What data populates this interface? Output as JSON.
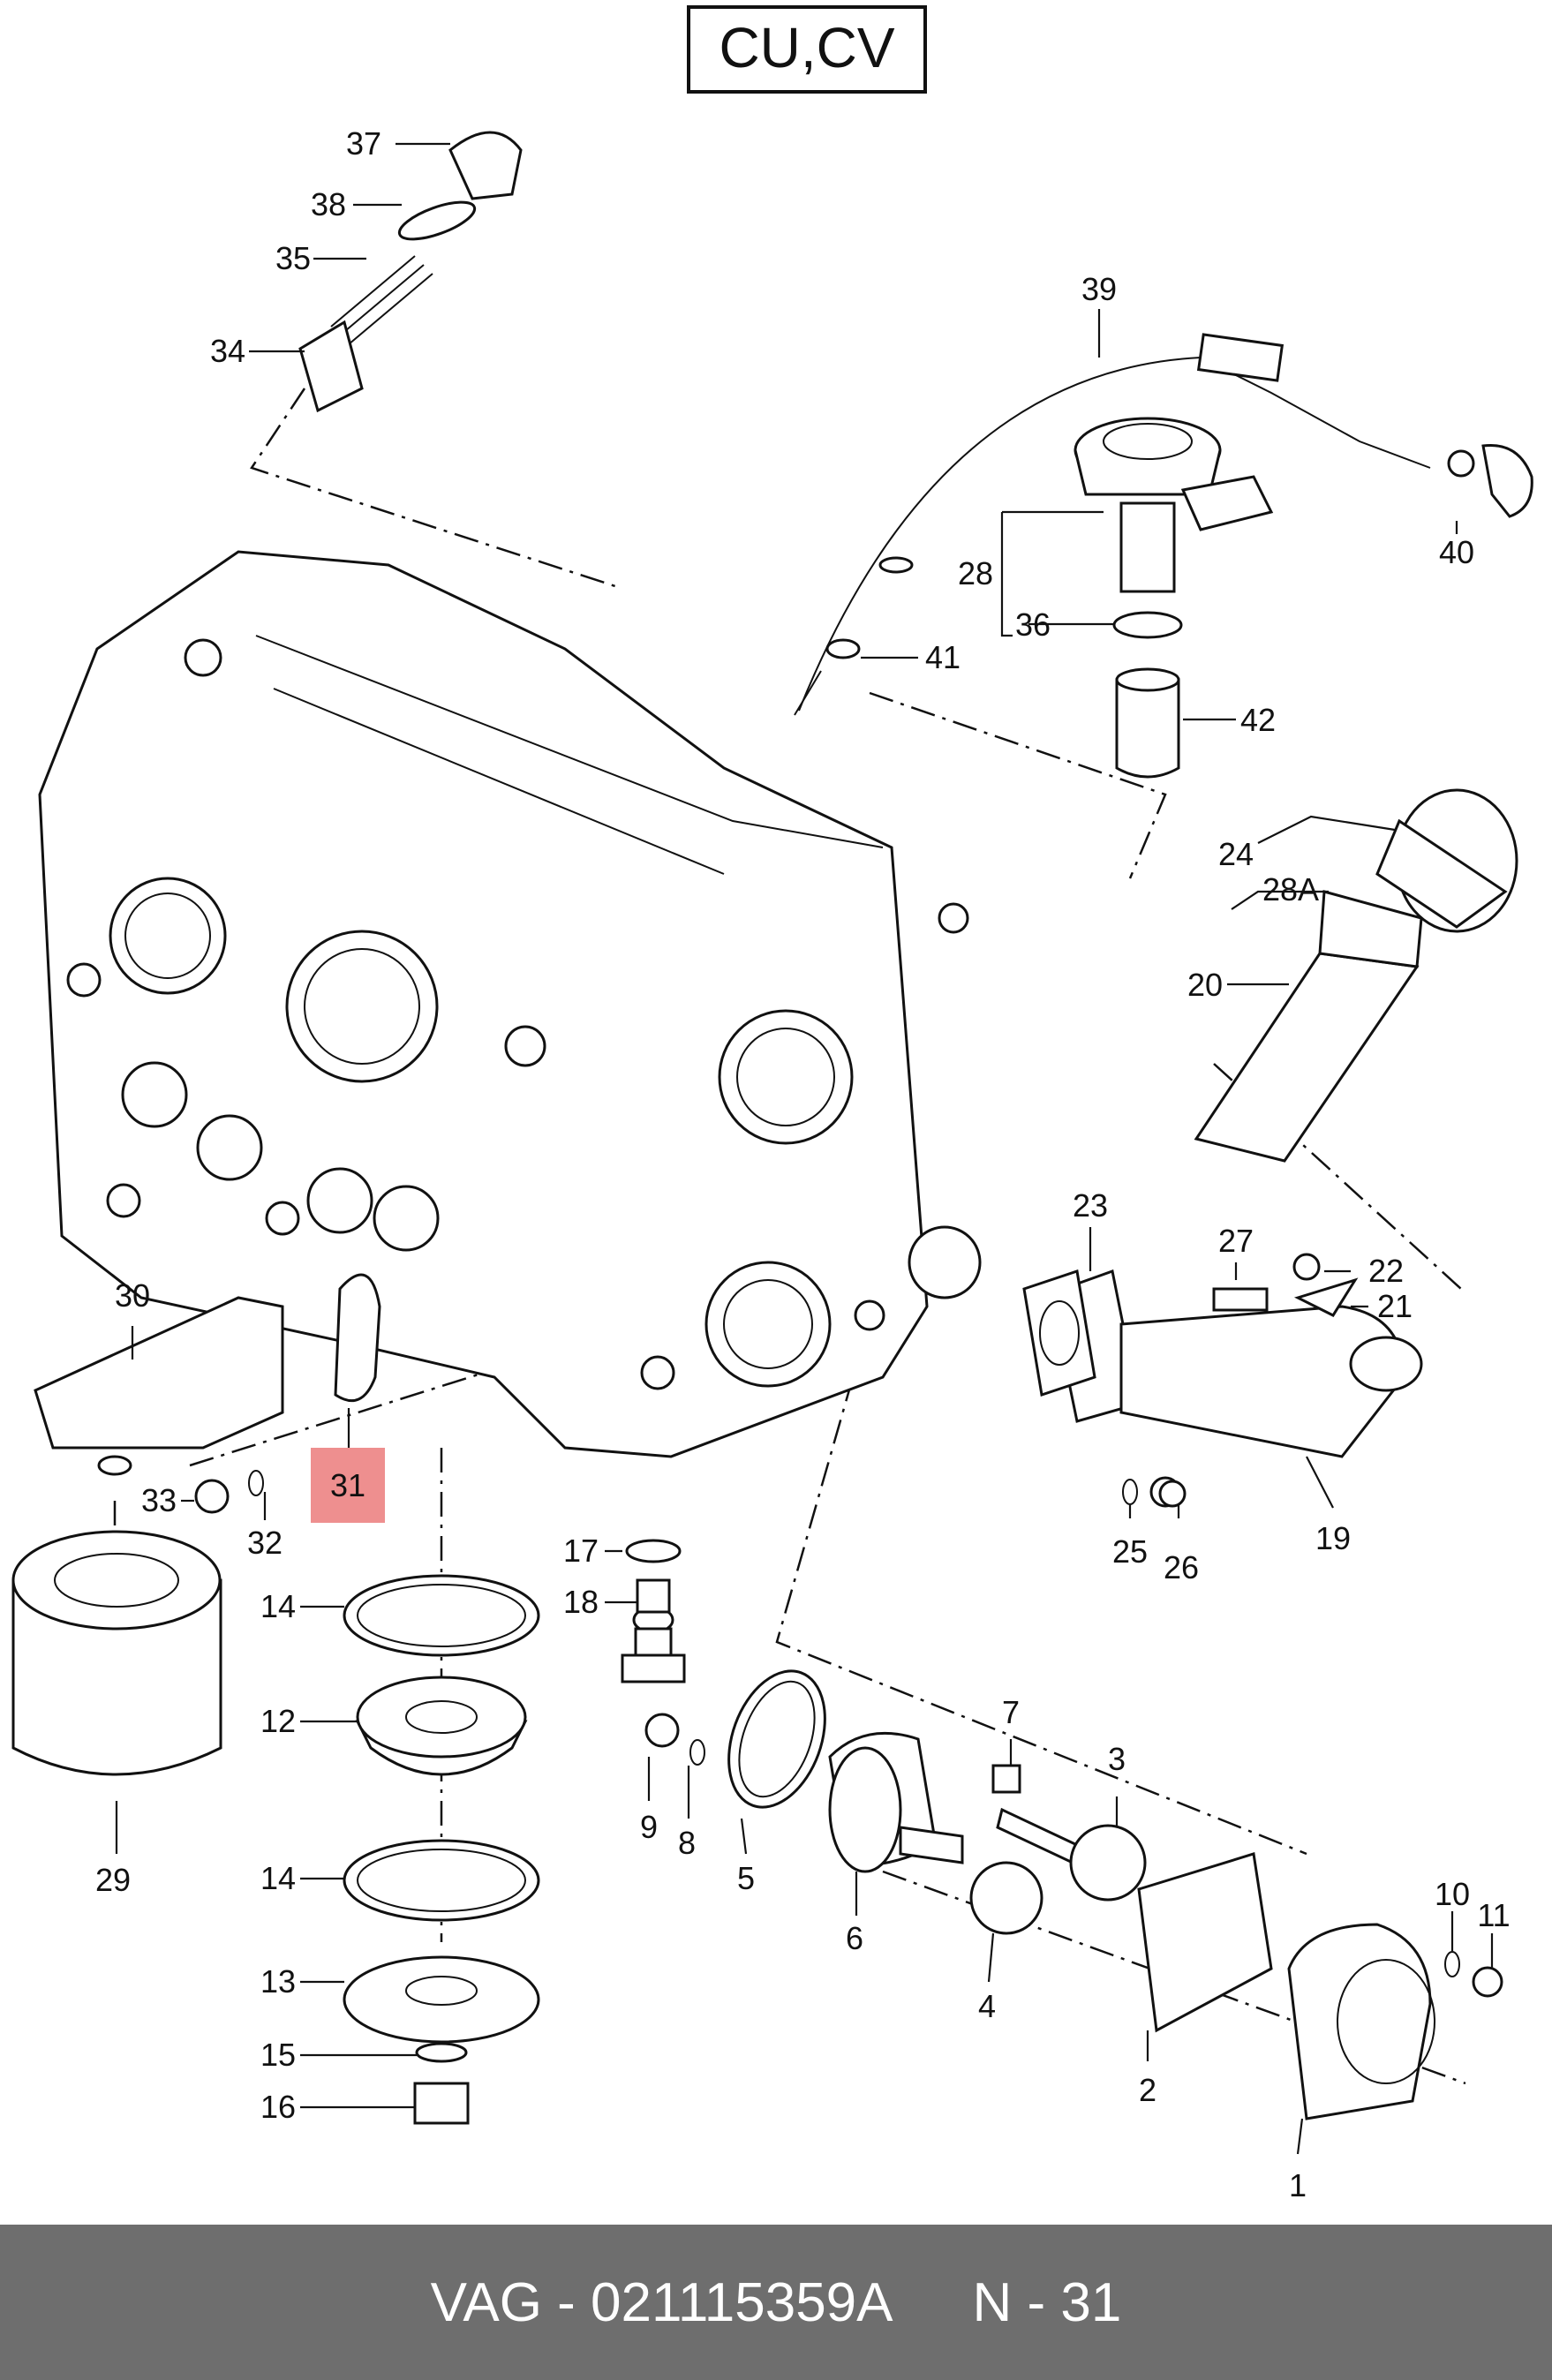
{
  "header": {
    "code": "CU,CV"
  },
  "callouts": [
    {
      "id": "p37",
      "text": "37"
    },
    {
      "id": "p38",
      "text": "38"
    },
    {
      "id": "p35",
      "text": "35"
    },
    {
      "id": "p34",
      "text": "34"
    },
    {
      "id": "p39",
      "text": "39"
    },
    {
      "id": "p40",
      "text": "40"
    },
    {
      "id": "p28",
      "text": "28"
    },
    {
      "id": "p36",
      "text": "36"
    },
    {
      "id": "p41",
      "text": "41"
    },
    {
      "id": "p42",
      "text": "42"
    },
    {
      "id": "p24",
      "text": "24"
    },
    {
      "id": "p28a",
      "text": "28A"
    },
    {
      "id": "p20",
      "text": "20"
    },
    {
      "id": "p23",
      "text": "23"
    },
    {
      "id": "p27",
      "text": "27"
    },
    {
      "id": "p22",
      "text": "22"
    },
    {
      "id": "p21",
      "text": "21"
    },
    {
      "id": "p30",
      "text": "30"
    },
    {
      "id": "p31",
      "text": "31"
    },
    {
      "id": "p33",
      "text": "33"
    },
    {
      "id": "p32",
      "text": "32"
    },
    {
      "id": "p17",
      "text": "17"
    },
    {
      "id": "p18",
      "text": "18"
    },
    {
      "id": "p25",
      "text": "25"
    },
    {
      "id": "p26",
      "text": "26"
    },
    {
      "id": "p19",
      "text": "19"
    },
    {
      "id": "p14a",
      "text": "14"
    },
    {
      "id": "p12",
      "text": "12"
    },
    {
      "id": "p14b",
      "text": "14"
    },
    {
      "id": "p13",
      "text": "13"
    },
    {
      "id": "p15",
      "text": "15"
    },
    {
      "id": "p16",
      "text": "16"
    },
    {
      "id": "p29",
      "text": "29"
    },
    {
      "id": "p9",
      "text": "9"
    },
    {
      "id": "p8",
      "text": "8"
    },
    {
      "id": "p5",
      "text": "5"
    },
    {
      "id": "p6",
      "text": "6"
    },
    {
      "id": "p7",
      "text": "7"
    },
    {
      "id": "p3",
      "text": "3"
    },
    {
      "id": "p4",
      "text": "4"
    },
    {
      "id": "p2",
      "text": "2"
    },
    {
      "id": "p10",
      "text": "10"
    },
    {
      "id": "p11",
      "text": "11"
    },
    {
      "id": "p1",
      "text": "1"
    }
  ],
  "highlight": {
    "part": "31",
    "color": "#ee8f8f"
  },
  "footer": {
    "brand_part": "VAG - 021115359A",
    "ref": "N - 31",
    "background": "#6e6e6e"
  }
}
